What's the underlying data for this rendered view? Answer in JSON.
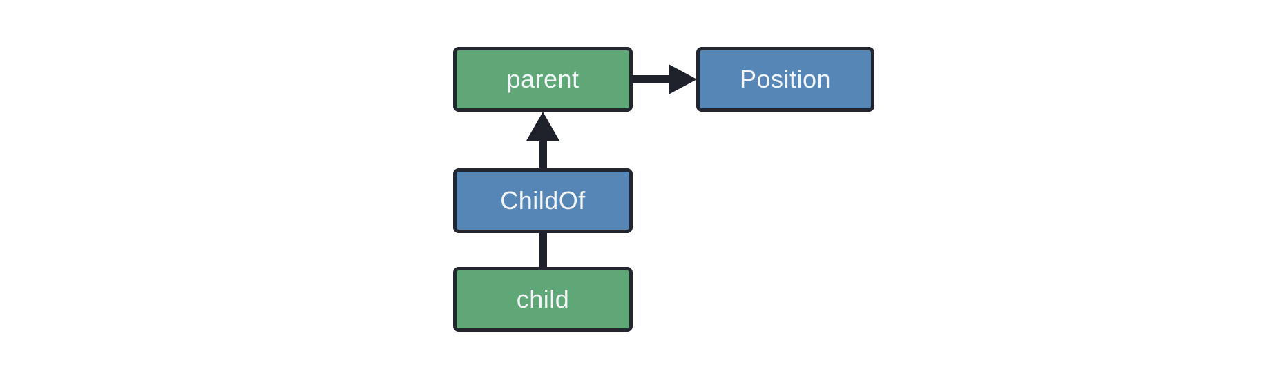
{
  "diagram": {
    "colors": {
      "background": "#ffffff",
      "entity_fill": "#60a777",
      "component_fill": "#5586b5",
      "node_border": "#23262f",
      "edge": "#1f222b",
      "label_text": "#f2f4f7"
    },
    "nodes": [
      {
        "id": "parent",
        "label": "parent",
        "type": "entity"
      },
      {
        "id": "Position",
        "label": "Position",
        "type": "component"
      },
      {
        "id": "ChildOf",
        "label": "ChildOf",
        "type": "component"
      },
      {
        "id": "child",
        "label": "child",
        "type": "entity"
      }
    ],
    "edges": [
      {
        "from": "parent",
        "to": "Position",
        "style": "arrow",
        "direction": "right"
      },
      {
        "from": "ChildOf",
        "to": "parent",
        "style": "arrow",
        "direction": "up"
      },
      {
        "from": "child",
        "to": "ChildOf",
        "style": "line",
        "direction": "up"
      }
    ]
  }
}
